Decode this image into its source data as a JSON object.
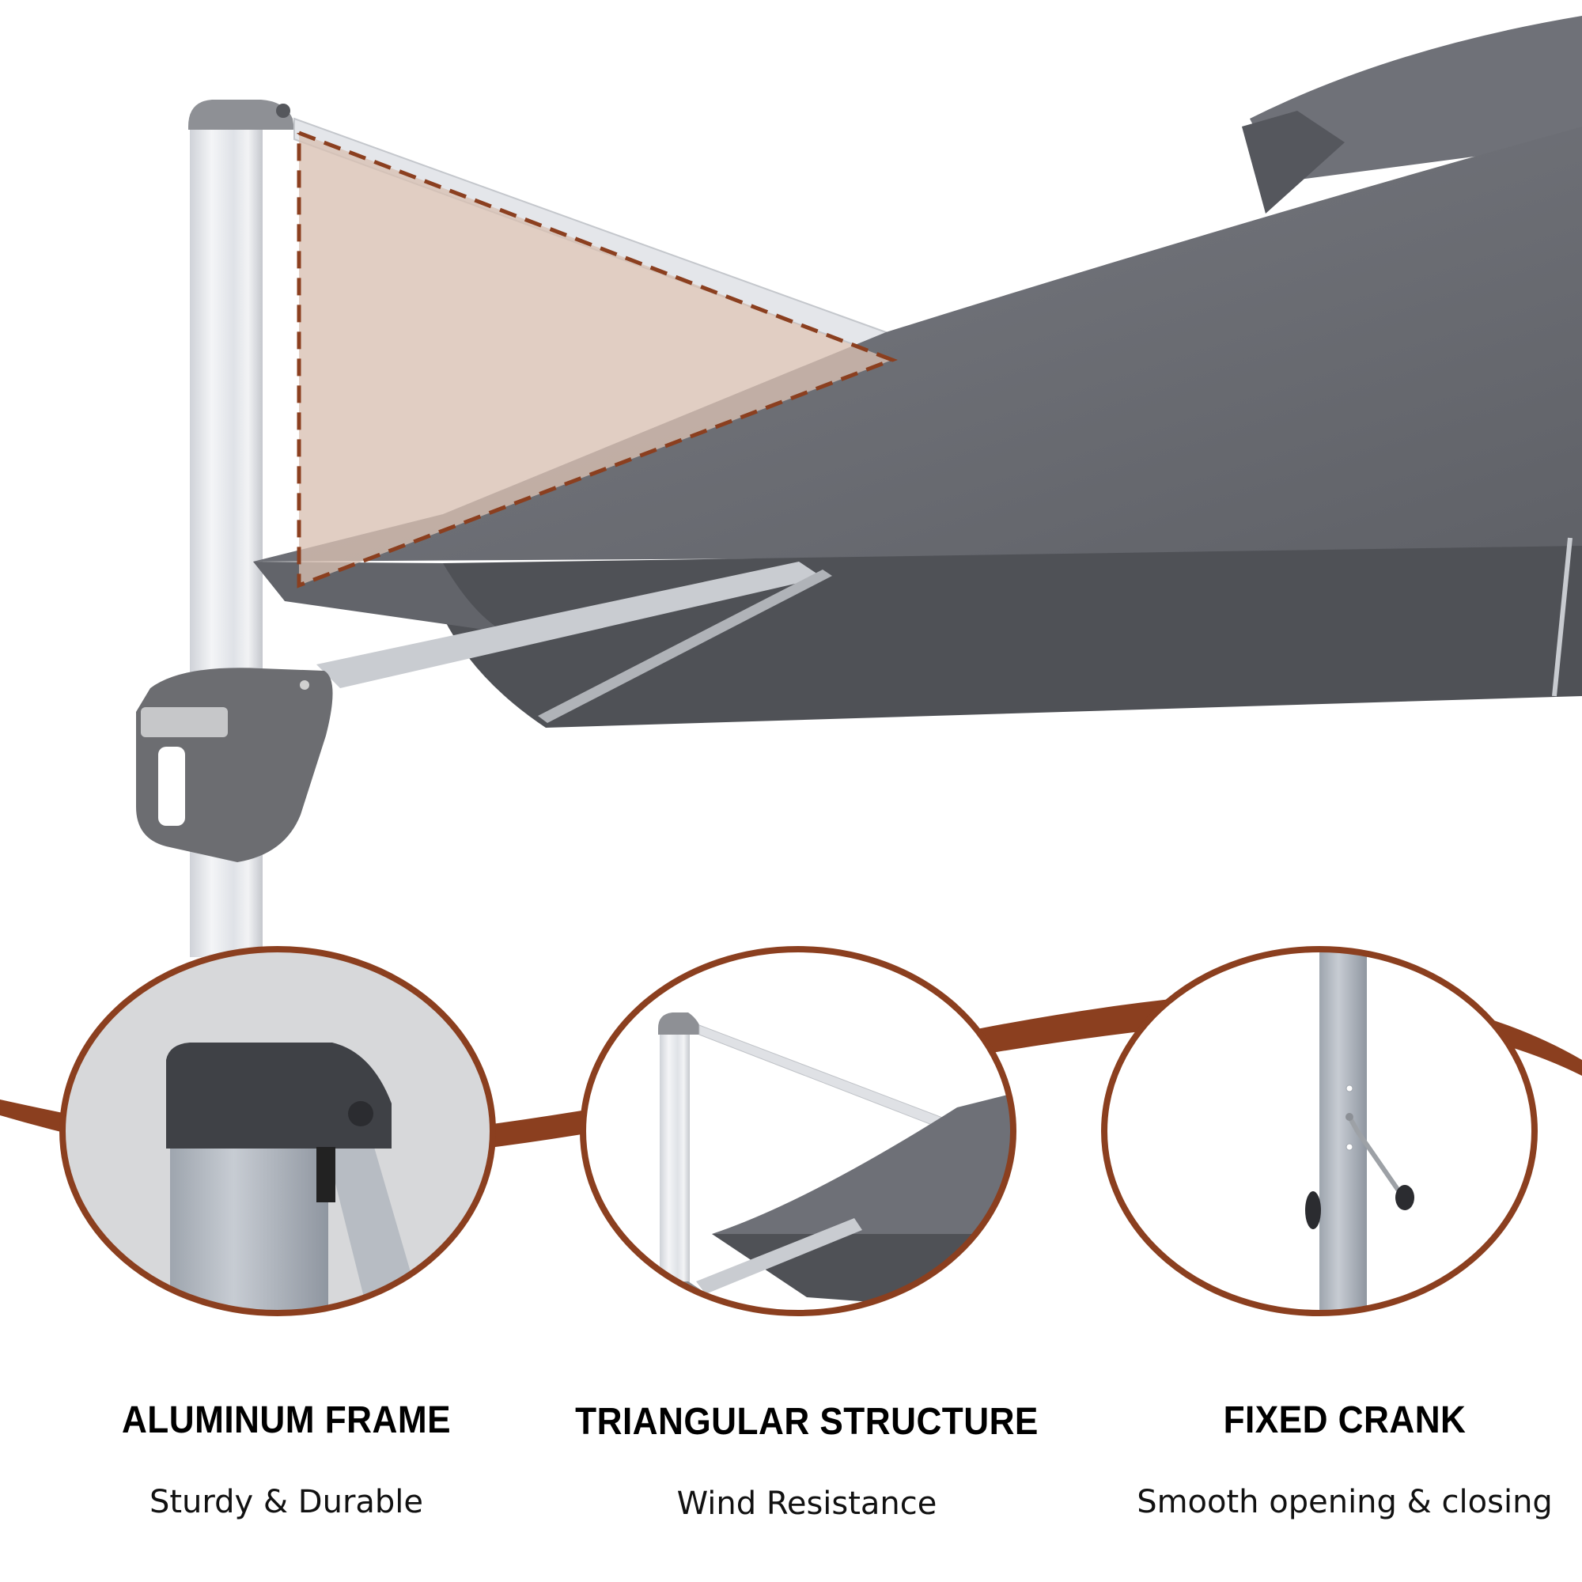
{
  "colors": {
    "accent": "#8B3F1F",
    "triangle_fill": "#E2D2C8",
    "canopy": "#6E7077",
    "canopy_dark": "#55575D",
    "pole": "#E8EAEE",
    "hub": "#6C6D71",
    "background": "#FFFFFF"
  },
  "features": [
    {
      "title": "ALUMINUM FRAME",
      "subtitle": "Sturdy & Durable",
      "icon": "aluminum-frame-detail"
    },
    {
      "title": "TRIANGULAR STRUCTURE",
      "subtitle": "Wind Resistance",
      "icon": "triangular-structure-detail"
    },
    {
      "title": "FIXED CRANK",
      "subtitle": "Smooth opening & closing",
      "icon": "fixed-crank-detail"
    }
  ]
}
